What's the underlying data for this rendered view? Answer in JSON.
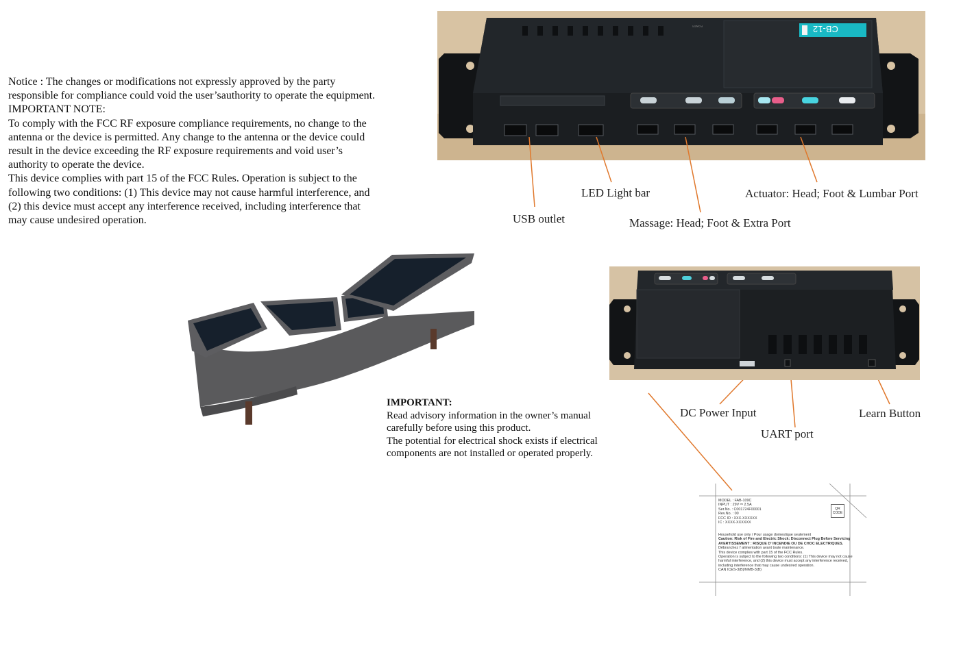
{
  "notice": {
    "paragraphs": [
      "Notice : The changes or modifications not expressly approved by the party responsible for compliance could void the user’sauthority to operate the equipment.",
      "IMPORTANT NOTE:",
      "To comply with the FCC RF exposure compliance requirements, no change to the antenna or the device is permitted. Any change to the antenna or the device could result in the device exceeding the RF exposure requirements and void user’s authority to operate the device.",
      "This device complies with part 15 of the FCC Rules. Operation is subject to the following two conditions: (1) This device may not cause harmful interference, and (2) this device must accept any interference received, including interference that may cause undesired operation."
    ]
  },
  "important": {
    "heading": "IMPORTANT:",
    "paragraphs": [
      "Read advisory information in the owner’s manual carefully before using this product.",
      "The potential for electrical shock exists if electrical components are not installed or operated properly."
    ]
  },
  "callouts": {
    "usb": "USB outlet",
    "led": "LED Light bar",
    "massage": "Massage: Head; Foot & Extra Port",
    "actuator": "Actuator: Head; Foot & Lumbar Port",
    "dc": "DC Power Input",
    "uart": "UART port",
    "learn": "Learn Button"
  },
  "device_top": {
    "model_tag": "CB-12",
    "power_text": "POWER"
  },
  "label": {
    "lines": [
      "MODEL : FAB-109C",
      "INPUT : 29V ⎓ 2.5A",
      "Ser.No. : C001724F00001",
      "Rev.No. : 00",
      "FCC ID : XXX-XXXXXX",
      "IC : XXXX-XXXXXX"
    ],
    "household": "Household use only / Pour usage domestique seulement",
    "caution": "Caution: Risk of Fire and Electric Shock: Disconnect Plug Before Servicing",
    "avertissement": "AVERTISSEMENT : RISQUE D' INCENDIE OU DE CHOC ELECTRIQUES.",
    "debranchez": "Débranchez l' alimentation avant toute maintenance.",
    "fcc_lines": [
      "This device complies with part 15 of the FCC Rules.",
      "Operation is subject to the following two conditions: (1) This device may not cause",
      "harmful interference, and (2) this device must accept any interference received,",
      "including interference that may cause undesired operation.",
      "CAN ICES-3(B)/NMB-3(B)"
    ],
    "qr": "QR CODE"
  },
  "colors": {
    "leader": "#e0782c",
    "device": "#1c1f22",
    "wood": "#d9c3a1"
  }
}
